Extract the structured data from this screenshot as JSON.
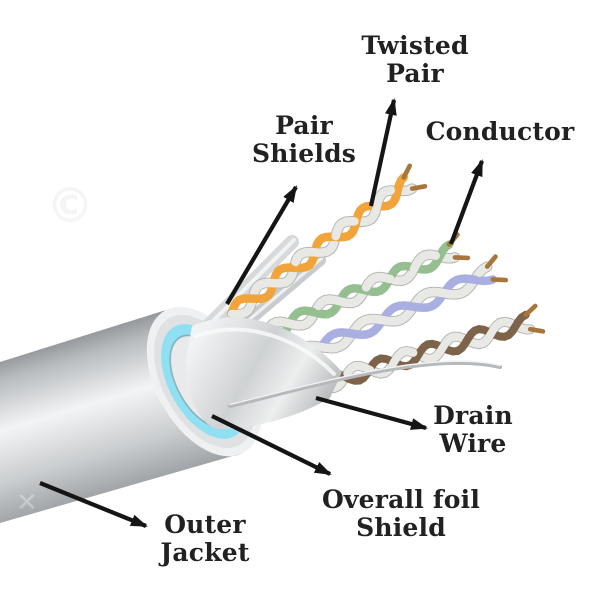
{
  "page": {
    "background": "#ffffff"
  },
  "labels": {
    "twisted_pair": {
      "line1": "Twisted",
      "line2": "Pair"
    },
    "pair_shields": {
      "line1": "Pair",
      "line2": "Shields"
    },
    "conductor": {
      "line1": "Conductor"
    },
    "drain_wire": {
      "line1": "Drain",
      "line2": "Wire"
    },
    "overall_foil_shield": {
      "line1": "Overall foil",
      "line2": "Shield"
    },
    "outer_jacket": {
      "line1": "Outer",
      "line2": "Jacket"
    }
  },
  "watermark": {
    "symbol": "©",
    "jacket_mark": "✕"
  },
  "colors": {
    "text": "#212121",
    "arrow": "#151515",
    "outer_jacket_gray": "#c8cbce",
    "foil_shield_cyan": "#2fb3d9",
    "inner_foil_silver": "#d8dadc",
    "drain_wire": "#b6b9bb",
    "copper_conductor": "#a8763a",
    "white_strand": "#e8e8e5"
  },
  "wires": [
    {
      "name": "orange-pair",
      "color": "#f2a43c",
      "partner_color": "#e8e8e5"
    },
    {
      "name": "green-pair",
      "color": "#95bf91",
      "partner_color": "#e8e8e5"
    },
    {
      "name": "lavender-pair",
      "color": "#a9afe0",
      "partner_color": "#e8e8e5"
    },
    {
      "name": "brown-pair",
      "color": "#7c6349",
      "partner_color": "#e8e8e5"
    }
  ]
}
